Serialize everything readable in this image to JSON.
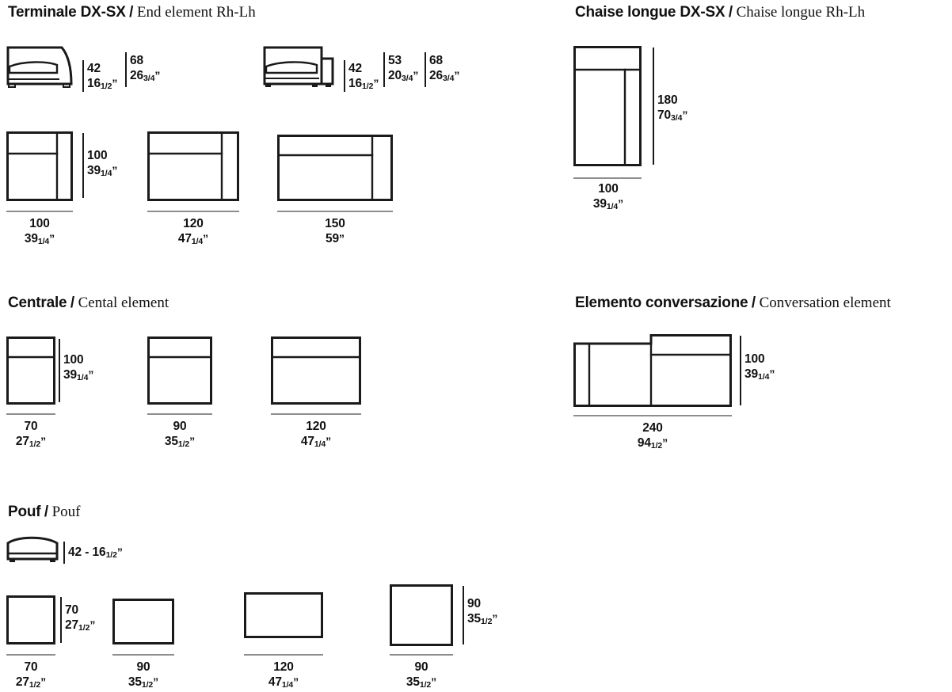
{
  "document": {
    "type": "furniture-technical-specification-sheet",
    "units": "cm and inches",
    "line_color_plan": "#1a1a1a",
    "line_color_dimension_horizontal": "#8d8d8d",
    "line_color_dimension_vertical": "#1a1a1a"
  },
  "sections": [
    {
      "id": "terminale",
      "title_it": "Terminale DX-SX",
      "separator": "/",
      "title_en": "End element Rh-Lh",
      "elevations": [
        {
          "name": "end-element-left-elevation",
          "dims": [
            {
              "cm": "42",
              "in_whole": "16",
              "in_frac": "1/2",
              "quote": "”"
            },
            {
              "cm": "68",
              "in_whole": "26",
              "in_frac": "3/4",
              "quote": "”"
            }
          ]
        },
        {
          "name": "end-element-right-elevation",
          "dims": [
            {
              "cm": "42",
              "in_whole": "16",
              "in_frac": "1/2",
              "quote": "”"
            },
            {
              "cm": "53",
              "in_whole": "20",
              "in_frac": "3/4",
              "quote": "”"
            },
            {
              "cm": "68",
              "in_whole": "26",
              "in_frac": "3/4",
              "quote": "”"
            }
          ]
        }
      ],
      "height_dim": {
        "cm": "100",
        "in_whole": "39",
        "in_frac": "1/4",
        "quote": "”"
      },
      "plans": [
        {
          "name": "end-element-plan-100",
          "width_cm": "100",
          "in_whole": "39",
          "in_frac": "1/4",
          "quote": "”"
        },
        {
          "name": "end-element-plan-120",
          "width_cm": "120",
          "in_whole": "47",
          "in_frac": "1/4",
          "quote": "”"
        },
        {
          "name": "end-element-plan-150",
          "width_cm": "150",
          "in_whole": "59",
          "in_frac": "",
          "quote": "”"
        }
      ]
    },
    {
      "id": "chaise-longue",
      "title_it": "Chaise longue DX-SX",
      "separator": "/",
      "title_en": "Chaise longue Rh-Lh",
      "depth_dim": {
        "cm": "180",
        "in_whole": "70",
        "in_frac": "3/4",
        "quote": "”"
      },
      "plans": [
        {
          "name": "chaise-longue-plan-100",
          "width_cm": "100",
          "in_whole": "39",
          "in_frac": "1/4",
          "quote": "”"
        }
      ]
    },
    {
      "id": "centrale",
      "title_it": "Centrale",
      "separator": "/",
      "title_en": "Cental element",
      "height_dim": {
        "cm": "100",
        "in_whole": "39",
        "in_frac": "1/4",
        "quote": "”"
      },
      "plans": [
        {
          "name": "central-element-plan-70",
          "width_cm": "70",
          "in_whole": "27",
          "in_frac": "1/2",
          "quote": "”"
        },
        {
          "name": "central-element-plan-90",
          "width_cm": "90",
          "in_whole": "35",
          "in_frac": "1/2",
          "quote": "”"
        },
        {
          "name": "central-element-plan-120",
          "width_cm": "120",
          "in_whole": "47",
          "in_frac": "1/4",
          "quote": "”"
        }
      ]
    },
    {
      "id": "elemento-conversazione",
      "title_it": "Elemento conversazione",
      "separator": "/",
      "title_en": "Conversation element",
      "height_dim": {
        "cm": "100",
        "in_whole": "39",
        "in_frac": "1/4",
        "quote": "”"
      },
      "plans": [
        {
          "name": "conversation-element-plan-240",
          "width_cm": "240",
          "in_whole": "94",
          "in_frac": "1/2",
          "quote": "”"
        }
      ]
    },
    {
      "id": "pouf",
      "title_it": "Pouf",
      "separator": "/",
      "title_en": "Pouf",
      "elevation_dim": {
        "text": "42 - 16",
        "in_frac": "1/2",
        "quote": "”"
      },
      "depth_dim_1": {
        "cm": "70",
        "in_whole": "27",
        "in_frac": "1/2",
        "quote": "”"
      },
      "depth_dim_2": {
        "cm": "90",
        "in_whole": "35",
        "in_frac": "1/2",
        "quote": "”"
      },
      "plans": [
        {
          "name": "pouf-plan-70",
          "width_cm": "70",
          "in_whole": "27",
          "in_frac": "1/2",
          "quote": "”"
        },
        {
          "name": "pouf-plan-90",
          "width_cm": "90",
          "in_whole": "35",
          "in_frac": "1/2",
          "quote": "”"
        },
        {
          "name": "pouf-plan-120",
          "width_cm": "120",
          "in_whole": "47",
          "in_frac": "1/4",
          "quote": "”"
        },
        {
          "name": "pouf-plan-90b",
          "width_cm": "90",
          "in_whole": "35",
          "in_frac": "1/2",
          "quote": "”"
        }
      ]
    }
  ]
}
